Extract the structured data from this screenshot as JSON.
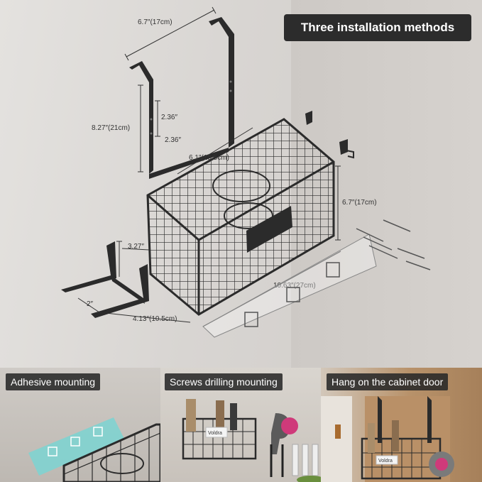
{
  "header": {
    "title": "Three installation methods"
  },
  "dimensions": {
    "hook_width": "6.7″(17cm)",
    "hook_height": "8.27″(21cm)",
    "hook_gap_top": "2.36″",
    "hook_gap_bottom": "2.36″",
    "basket_inner": "6.1″(15.5cm)",
    "basket_height": "6.7″(17cm)",
    "bracket_height": "3.27″",
    "bracket_depth": "2″",
    "basket_length": "10.63″(27cm)",
    "basket_depth": "4.13″(10.5cm)"
  },
  "panels": [
    {
      "label": "Adhesive mounting"
    },
    {
      "label": "Screws drilling mounting",
      "brand": "Voldra"
    },
    {
      "label": "Hang on the cabinet door",
      "brand": "Voldra"
    }
  ],
  "colors": {
    "badge": "#2c2c2c",
    "metal": "#2b2b2b",
    "adhesive": "#7fd3d0"
  }
}
